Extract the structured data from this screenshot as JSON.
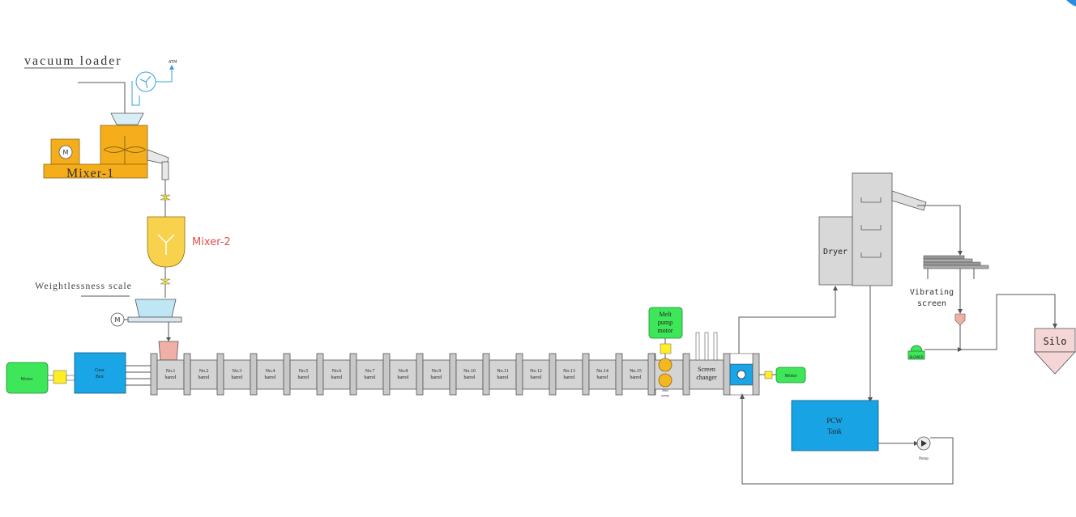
{
  "labels": {
    "vacuum_loader": "vacuum loader",
    "atm": "ATM",
    "mixer1": "Mixer-1",
    "mixer2": "Mixer-2",
    "weightless_scale": "Weightlessness scale",
    "motor_m": "M",
    "motor_left": "Motor",
    "gear_box_1": "Gear",
    "gear_box_2": "Box",
    "melt_pump_motor_1": "Melt",
    "melt_pump_motor_2": "pump",
    "melt_pump_motor_3": "motor",
    "melt_pump_1": "Melt",
    "melt_pump_2": "pump",
    "screen_changer_1": "Screen",
    "screen_changer_2": "changer",
    "motor_right": "Motor",
    "dryer": "Dryer",
    "vibrating_screen_1": "Vibrating",
    "vibrating_screen_2": "screen",
    "blower": "BLOWER",
    "silo": "Silo",
    "pcw_tank_1": "PCW",
    "pcw_tank_2": "Tank",
    "pump": "Pump"
  },
  "barrels": [
    {
      "no": "No.1",
      "sub": "barrel"
    },
    {
      "no": "No.2",
      "sub": "barrel"
    },
    {
      "no": "No.3",
      "sub": "barrel"
    },
    {
      "no": "No.4",
      "sub": "barrel"
    },
    {
      "no": "No.5",
      "sub": "barrel"
    },
    {
      "no": "No.6",
      "sub": "barrel"
    },
    {
      "no": "No.7",
      "sub": "barrel"
    },
    {
      "no": "No.8",
      "sub": "barrel"
    },
    {
      "no": "No.9",
      "sub": "barrel"
    },
    {
      "no": "No.10",
      "sub": "barrel"
    },
    {
      "no": "No.11",
      "sub": "barrel"
    },
    {
      "no": "No.12",
      "sub": "barrel"
    },
    {
      "no": "No.13",
      "sub": "barrel"
    },
    {
      "no": "No.14",
      "sub": "barrel"
    },
    {
      "no": "No.15",
      "sub": "barrel"
    }
  ],
  "colors": {
    "mixer_orange": "#f5ad1c",
    "mixer2_yellow": "#f8d24c",
    "gearbox_blue": "#1aa6e6",
    "motor_green": "#3ee65a",
    "pcw_blue": "#18a4e4",
    "barrel_grey": "#d4d4d4",
    "valve_yellow": "#ffee22",
    "silo_pink": "#f5d6d6",
    "mixer2_label": "#e05050"
  }
}
